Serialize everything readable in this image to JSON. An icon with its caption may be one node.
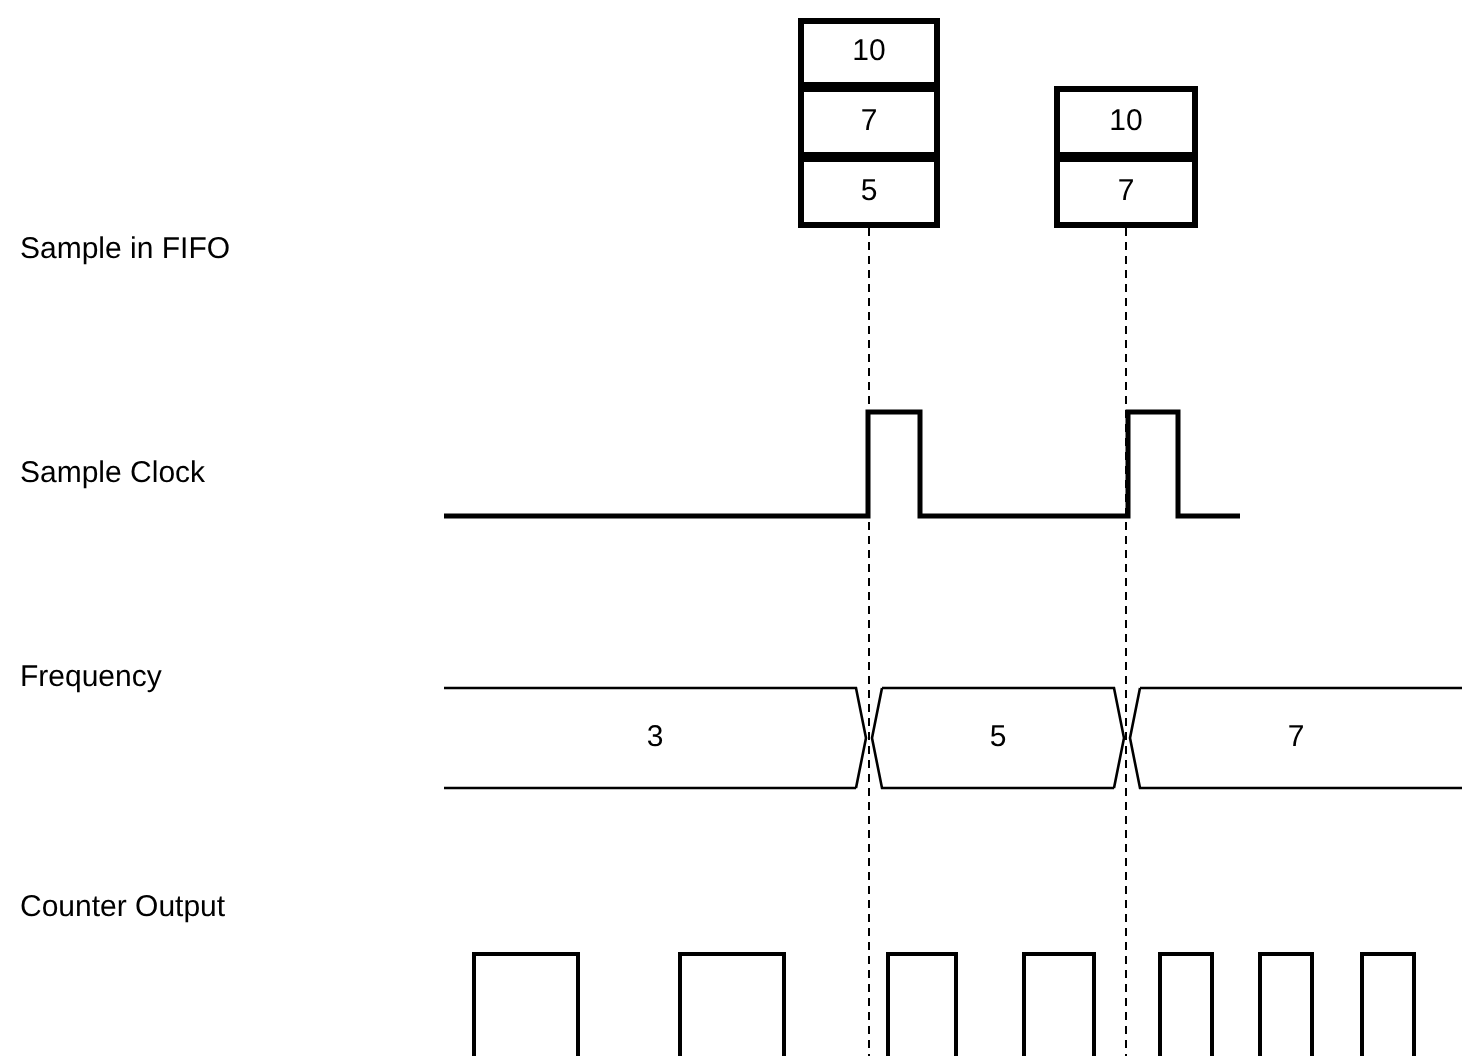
{
  "diagram": {
    "nodes": [
      {
        "text": [
          "10"
        ]
      },
      {
        "text": [
          "7"
        ]
      },
      {
        "text": [
          "5"
        ]
      },
      {
        "text": [
          "10"
        ]
      },
      {
        "text": [
          "7"
        ]
      },
      {
        "text": [
          "3"
        ]
      },
      {
        "text": [
          "5"
        ]
      },
      {
        "text": [
          "7"
        ]
      },
      {
        "text": [],
        "shape": "picture"
      }
    ],
    "edges": [
      {
        "from": 2,
        "to": 8,
        "arrow": "none",
        "style": "dashed"
      },
      {
        "from": 4,
        "to": 8,
        "arrow": "none",
        "style": "dashed"
      }
    ],
    "labels": [
      "Sample in FIFO",
      "Sample Clock",
      "Frequency",
      "Counter Output"
    ]
  }
}
